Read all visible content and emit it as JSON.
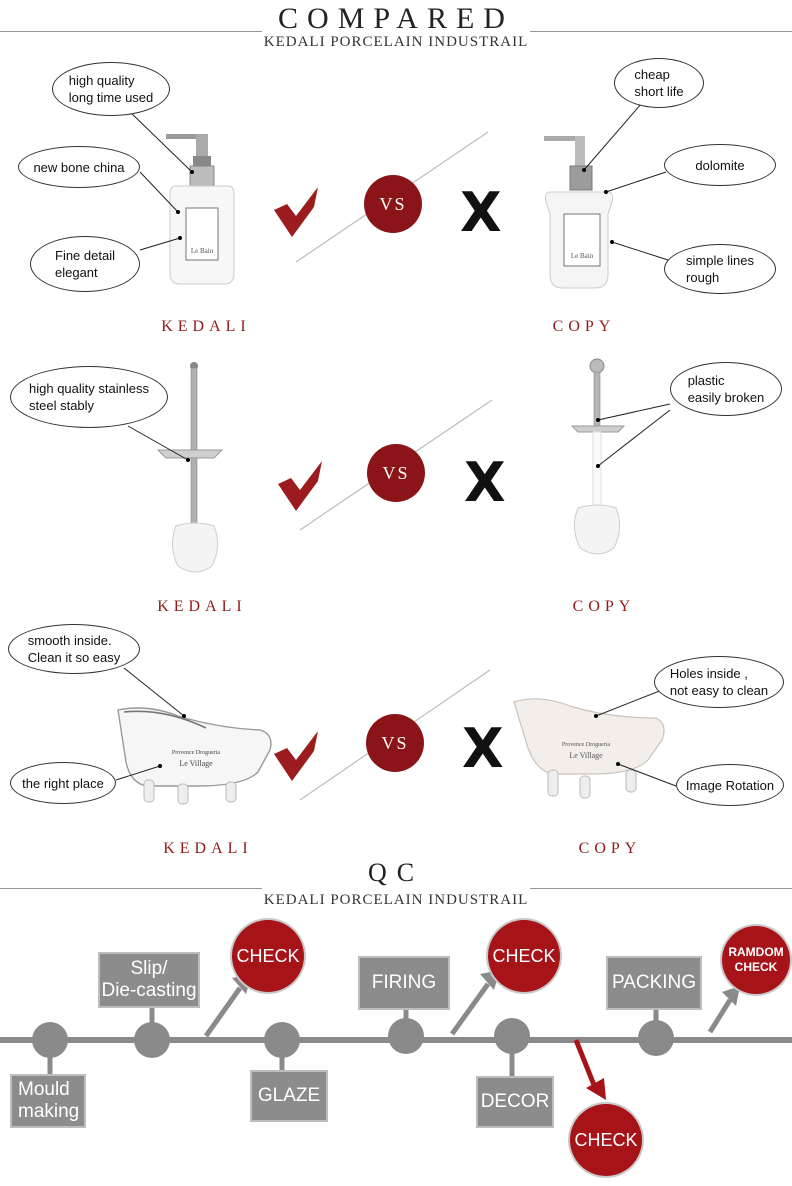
{
  "compared": {
    "title": "COMPARED",
    "subtitle": "KEDALI PORCELAIN INDUSTRAIL"
  },
  "vs_label": "VS",
  "x_label": "X",
  "rows": [
    {
      "left_brand": "KEDALI",
      "right_brand": "COPY",
      "callouts": {
        "l1": "high quality\nlong time used",
        "l2": "new bone china",
        "l3": "Fine detail\nelegant",
        "r1": "cheap\nshort life",
        "r2": "dolomite",
        "r3": "simple lines\nrough"
      }
    },
    {
      "left_brand": "KEDALI",
      "right_brand": "COPY",
      "callouts": {
        "l1": "high quality stainless\nsteel stably",
        "r1": "plastic\neasily broken"
      }
    },
    {
      "left_brand": "KEDALI",
      "right_brand": "COPY",
      "callouts": {
        "l1": "smooth inside.\nClean it so easy",
        "l2": "the right place",
        "r1": "Holes inside ,\nnot easy to clean",
        "r2": "Image Rotation"
      }
    }
  ],
  "qc": {
    "title": "QC",
    "subtitle": "KEDALI PORCELAIN INDUSTRAIL",
    "steps": {
      "mould": "Mould\nmaking",
      "slip": "Slip/\nDie-casting",
      "glaze": "GLAZE",
      "firing": "FIRING",
      "decor": "DECOR",
      "packing": "PACKING",
      "check1": "CHECK",
      "check2": "CHECK",
      "check3": "CHECK",
      "random": "RAMDOM\nCHECK"
    }
  },
  "colors": {
    "brand_red": "#8e1b1b",
    "vs_red": "#8a1418",
    "check_red": "#a6141a",
    "step_gray": "#8c8c8c"
  }
}
